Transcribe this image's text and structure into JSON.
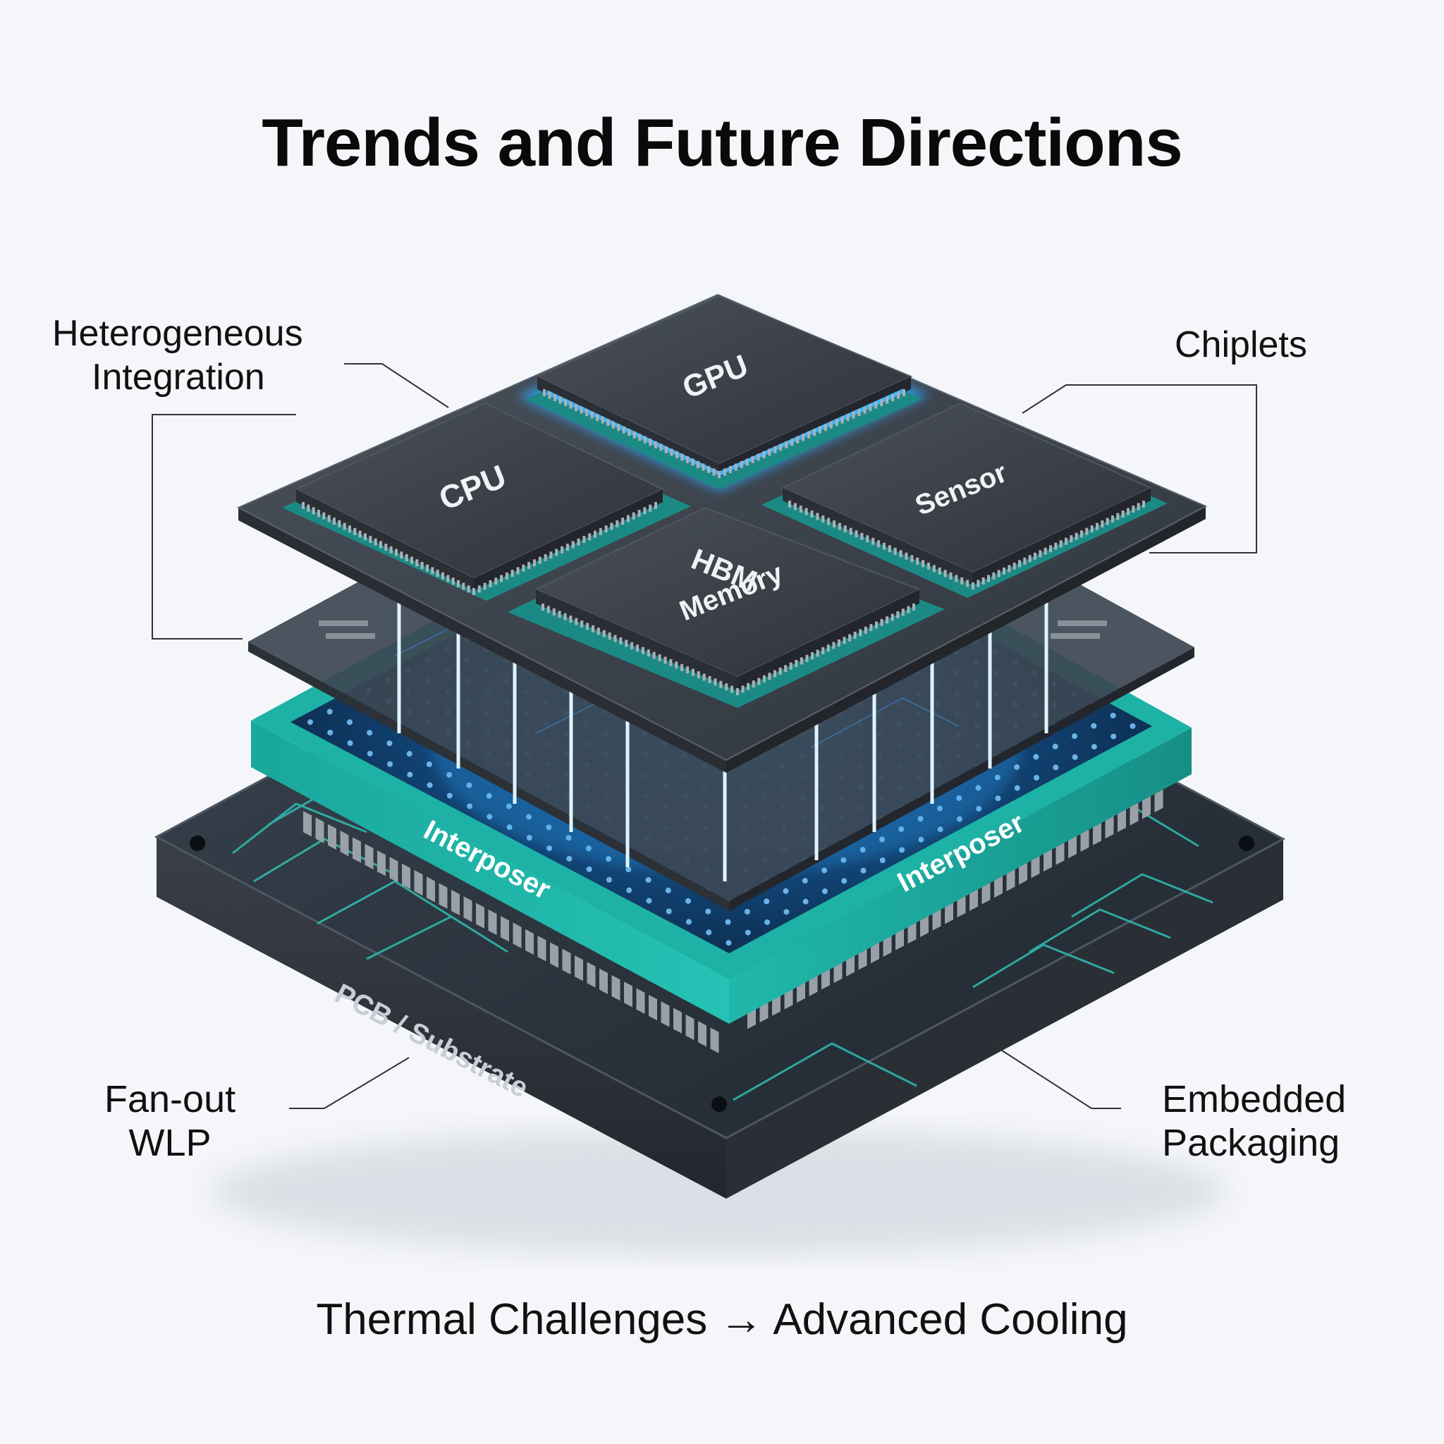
{
  "title": "Trends and Future Directions",
  "callouts": {
    "heterogeneous_line1": "Heterogeneous",
    "heterogeneous_line2": "Integration",
    "chiplets": "Chiplets",
    "fanout_line1": "Fan-out",
    "fanout_line2": "WLP",
    "embedded_line1": "Embedded",
    "embedded_line2": "Packaging"
  },
  "chips": {
    "gpu": "GPU",
    "cpu": "CPU",
    "sensor": "Sensor",
    "hbm_line1": "HBM",
    "hbm_line2": "Memory"
  },
  "layers": {
    "interposer_left": "Interposer",
    "interposer_right": "Interposer",
    "substrate": "PCB / Substrate"
  },
  "bottom": {
    "left": "Thermal Challenges",
    "arrow": "→",
    "right": "Advanced Cooling"
  },
  "colors": {
    "interposer_teal": "#1bb3a8",
    "glow_blue": "#2ea8ff",
    "chip_dark": "#3a3f47",
    "substrate_dark": "#2b3038"
  }
}
